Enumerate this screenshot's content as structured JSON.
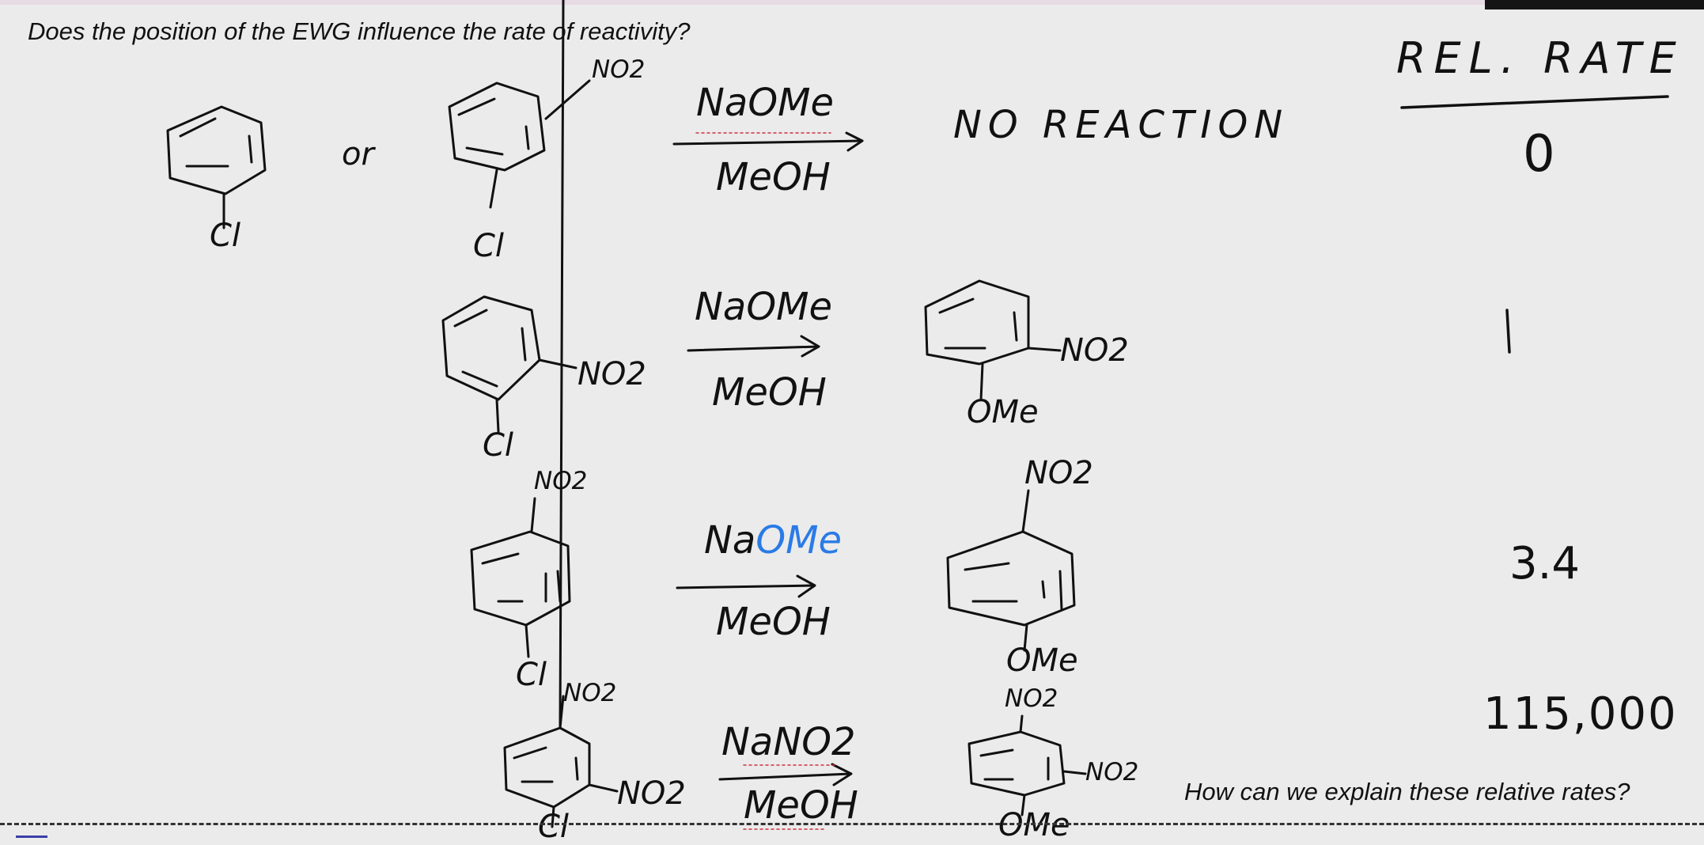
{
  "slide": {
    "question": "Does the position of the EWG influence the rate of reactivity?",
    "closing_question": "How can we explain these relative rates?"
  },
  "rate_table": {
    "header": "REL. RATE",
    "values": [
      "0",
      "1",
      "3.4",
      "115,000"
    ]
  },
  "reactions": [
    {
      "reactant_labels": [
        "Cl",
        "or",
        "NO2",
        "Cl"
      ],
      "reagent": "NaOMe",
      "solvent": "MeOH",
      "product": "NO REACTION"
    },
    {
      "reactant_labels": [
        "NO2",
        "Cl"
      ],
      "reagent": "NaOMe",
      "solvent": "MeOH",
      "product_labels": [
        "NO2",
        "OMe"
      ]
    },
    {
      "reactant_labels": [
        "NO2",
        "Cl"
      ],
      "reagent_prefix": "Na",
      "reagent_highlight": "OMe",
      "solvent": "MeOH",
      "product_labels": [
        "NO2",
        "OMe"
      ]
    },
    {
      "reactant_labels": [
        "NO2",
        "NO2",
        "Cl"
      ],
      "reagent": "NaNO2",
      "solvent": "MeOH",
      "product_labels": [
        "NO2",
        "NO2",
        "OMe"
      ]
    }
  ],
  "colors": {
    "ink": "#111111",
    "highlight": "#2a7be6",
    "background": "#ebebeb"
  }
}
